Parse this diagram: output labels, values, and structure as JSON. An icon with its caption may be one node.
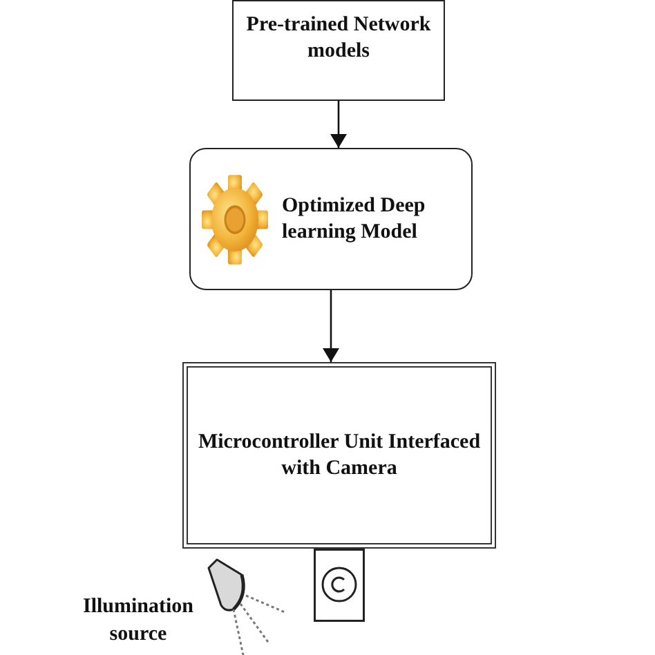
{
  "diagram": {
    "nodes": [
      {
        "text": [
          "Pre-trained Network models"
        ]
      },
      {
        "text": [
          "Optimized Deep learning Model"
        ]
      },
      {
        "text": [
          "Microcontroller Unit Interfaced with Camera"
        ]
      }
    ],
    "edges": [
      {
        "from": 0,
        "to": 1,
        "arrow": "to"
      },
      {
        "from": 1,
        "to": 2,
        "arrow": "to"
      }
    ],
    "labels": [
      "Illumination source"
    ]
  }
}
